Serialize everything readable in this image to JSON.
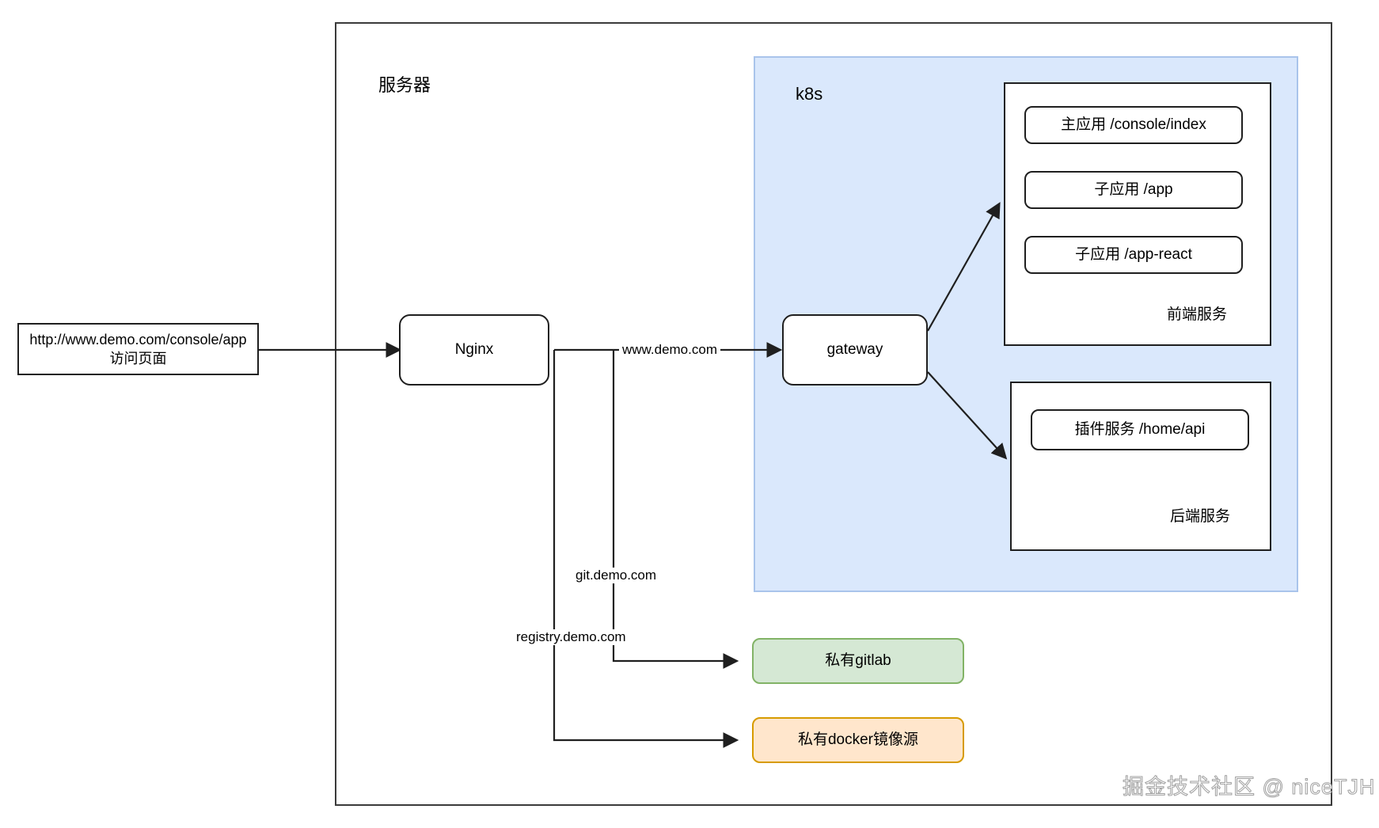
{
  "diagram": {
    "title_server": "服务器",
    "title_k8s": "k8s",
    "watermark": "掘金技术社区 @ niceTJH"
  },
  "nodes": {
    "entry": {
      "line1": "http://www.demo.com/console/app",
      "line2": "访问页面"
    },
    "nginx": {
      "label": "Nginx"
    },
    "gateway": {
      "label": "gateway"
    },
    "frontend_group": {
      "label": "前端服务"
    },
    "backend_group": {
      "label": "后端服务"
    },
    "main_app": {
      "label": "主应用 /console/index"
    },
    "sub_app_vue": {
      "label": "子应用 /app"
    },
    "sub_app_react": {
      "label": "子应用 /app-react"
    },
    "plugin_service": {
      "label": "插件服务 /home/api"
    },
    "gitlab": {
      "label": "私有gitlab"
    },
    "docker_registry": {
      "label": "私有docker镜像源"
    }
  },
  "edges": {
    "www": {
      "label": "www.demo.com"
    },
    "git": {
      "label": "git.demo.com"
    },
    "registry": {
      "label": "registry.demo.com"
    }
  },
  "colors": {
    "k8s_fill": "#dae8fc",
    "k8s_stroke": "#a9c4eb",
    "gitlab_fill": "#d5e8d4",
    "gitlab_stroke": "#82b366",
    "docker_fill": "#ffe6cc",
    "docker_stroke": "#d79b00",
    "line": "#1f1f1f",
    "server_border": "#3b3b3b"
  }
}
